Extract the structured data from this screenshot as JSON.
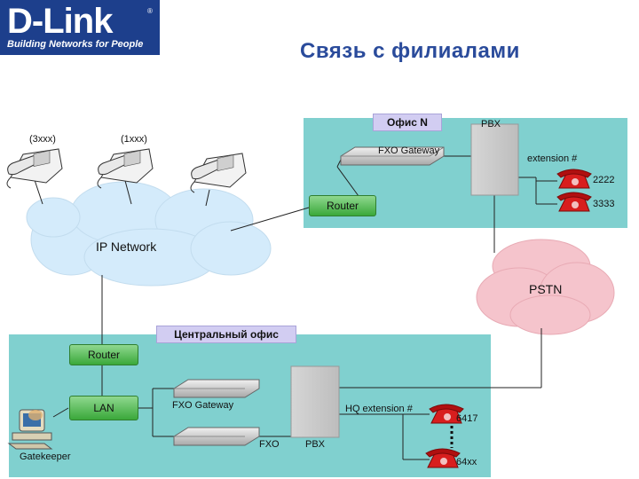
{
  "logo": {
    "name": "D-Link",
    "registered": "®",
    "tagline": "Building Networks for People"
  },
  "title": "Связь с филиалами",
  "branch": {
    "name": "Офис N",
    "pbx": "PBX",
    "fxo_gateway": "FXO Gateway",
    "extension": "extension #",
    "ext_2222": "2222",
    "ext_3333": "3333",
    "router": "Router"
  },
  "phones": {
    "ext_3xxx": "(3xxx)",
    "ext_1xxx": "(1xxx)"
  },
  "clouds": {
    "ip_network": "IP Network",
    "pstn": "PSTN"
  },
  "central": {
    "name": "Центральный офис",
    "router": "Router",
    "lan": "LAN",
    "fxo_gateway": "FXO Gateway",
    "hq_extension": "HQ extension #",
    "ext_6417": "6417",
    "ext_64xx": "64xx",
    "fxo": "FXO",
    "pbx": "PBX",
    "gatekeeper": "Gatekeeper"
  },
  "colors": {
    "office_fill": "#80d0cf",
    "ip_cloud": "#d4ebfb",
    "pstn_cloud": "#f5c4cc",
    "title": "#2a4b9b",
    "logo_bg": "#1d3f8c",
    "router_pill": "#5cc05c",
    "office_tag": "#d2cdf2",
    "phone_red": "#d81e1e"
  }
}
